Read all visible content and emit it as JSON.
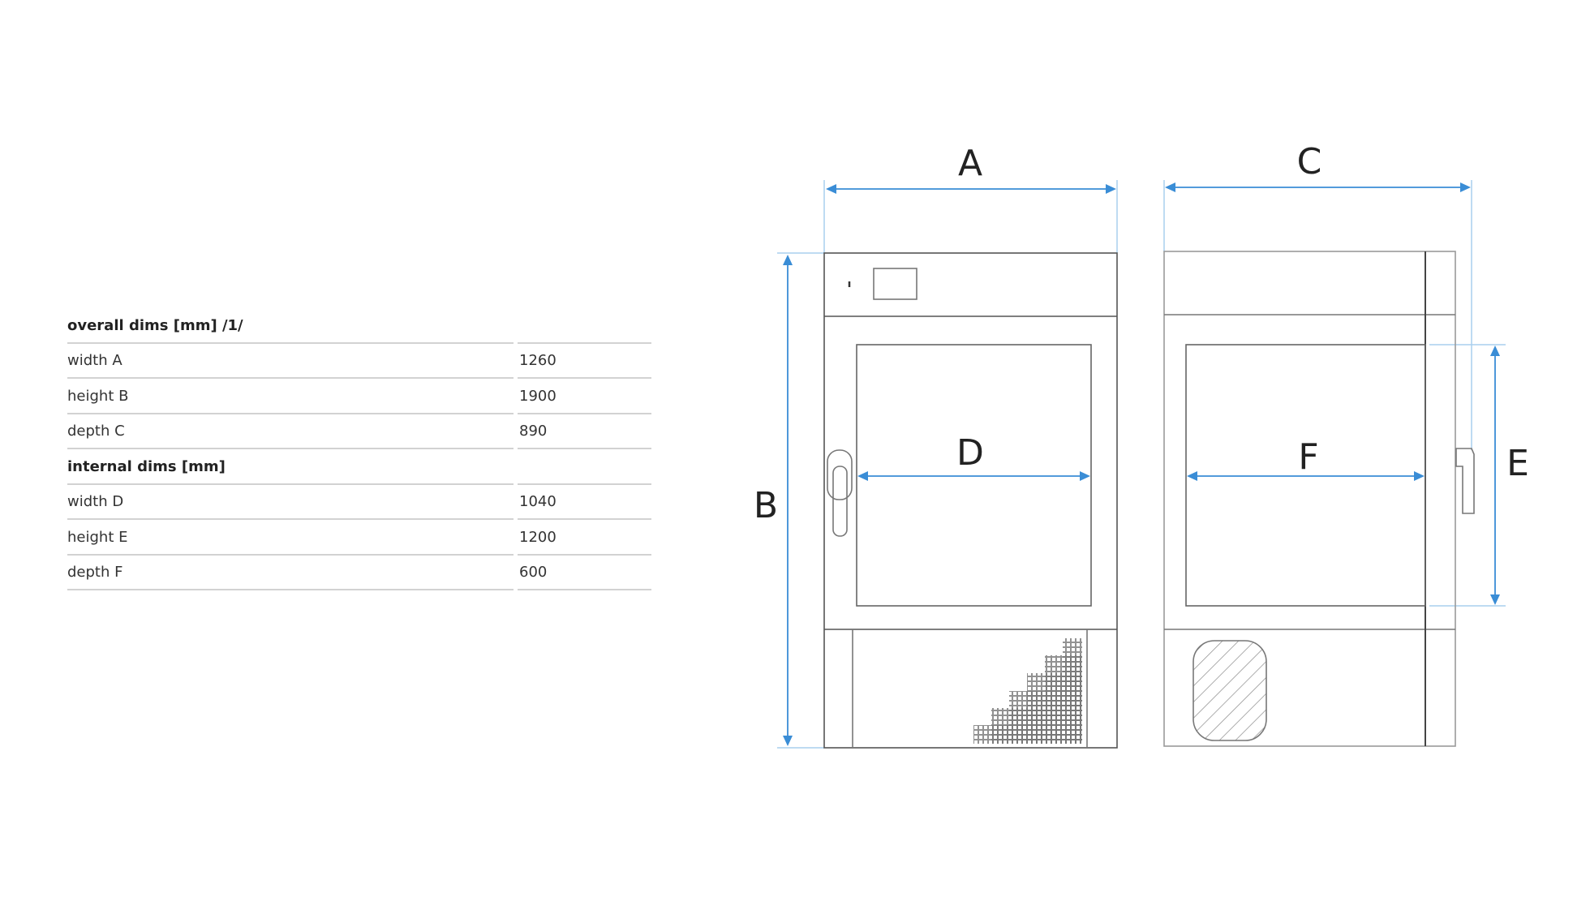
{
  "spec_table": {
    "groups": [
      {
        "title": "overall dims [mm] /1/",
        "rows": [
          {
            "label": "width A",
            "value": "1260"
          },
          {
            "label": "height B",
            "value": "1900"
          },
          {
            "label": "depth C",
            "value": "890"
          }
        ]
      },
      {
        "title": "internal dims [mm]",
        "rows": [
          {
            "label": "width D",
            "value": "1040"
          },
          {
            "label": "height E",
            "value": "1200"
          },
          {
            "label": "depth F",
            "value": "600"
          }
        ]
      }
    ]
  },
  "drawing": {
    "labels": {
      "a": "A",
      "b": "B",
      "c": "C",
      "d": "D",
      "e": "E",
      "f": "F"
    },
    "colors": {
      "dimension_line": "#3a8dd6",
      "extension_line": "#a9cfee",
      "outline": "#555555",
      "light_outline": "#9a9a9a"
    }
  }
}
